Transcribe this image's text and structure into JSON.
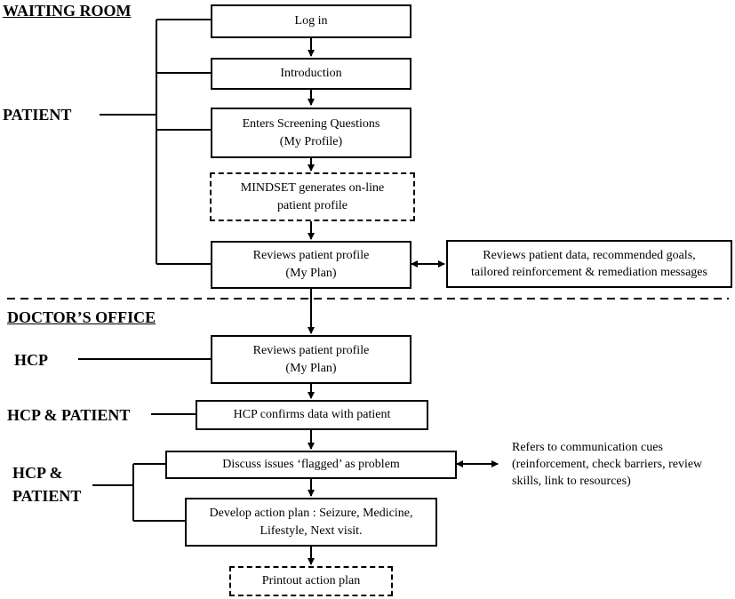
{
  "sections": {
    "waiting_room": "WAITING ROOM",
    "doctors_office": "DOCTOR’S OFFICE"
  },
  "roles": {
    "patient": "PATIENT",
    "hcp": "HCP",
    "hcp_patient_1": "HCP & PATIENT",
    "hcp_patient_2_line1": "HCP &",
    "hcp_patient_2_line2": "PATIENT"
  },
  "steps": {
    "log_in": "Log in",
    "introduction": "Introduction",
    "screening_line1": "Enters Screening Questions",
    "screening_line2": "(My Profile)",
    "mindset_line1": "MINDSET generates on-line",
    "mindset_line2": "patient profile",
    "reviews_patient_line1": "Reviews patient profile",
    "reviews_patient_line2": "(My Plan)",
    "reviews_data_line1": "Reviews patient data, recommended goals,",
    "reviews_data_line2": "tailored reinforcement & remediation messages",
    "hcp_reviews_line1": "Reviews patient profile",
    "hcp_reviews_line2": "(My Plan)",
    "hcp_confirms": "HCP confirms data with patient",
    "discuss_issues": "Discuss issues ‘flagged’ as problem",
    "refers_line1": "Refers to communication cues",
    "refers_line2": "(reinforcement, check barriers, review",
    "refers_line3": "skills, link to  resources)",
    "action_plan_line1": "Develop action plan : Seizure, Medicine,",
    "action_plan_line2": "Lifestyle, Next visit.",
    "printout": "Printout action plan"
  }
}
